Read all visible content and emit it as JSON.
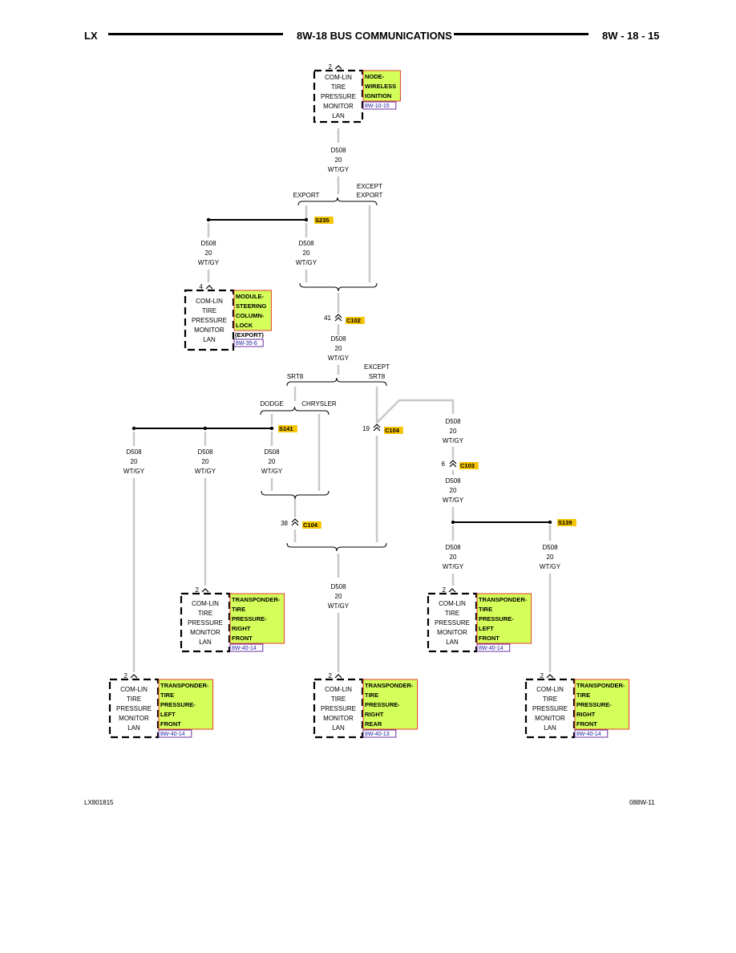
{
  "header": {
    "left": "LX",
    "center": "8W-18 BUS COMMUNICATIONS",
    "right": "8W - 18 - 15"
  },
  "footer": {
    "left": "LX801815",
    "right": "088W-11"
  },
  "colors": {
    "label_fill": "#d4ff5a",
    "label_border": "#e03c2c",
    "splice_fill": "#f5c400",
    "wire": "#c8c8c8",
    "ref_border": "#6b2fa0"
  },
  "wire": {
    "circuit": "D508",
    "gauge": "20",
    "color": "WT/GY"
  },
  "modules": [
    {
      "id": "top",
      "lines": [
        "COM-LIN",
        "TIRE",
        "PRESSURE",
        "MONITOR",
        "LAN"
      ],
      "label": [
        "NODE-",
        "WIRELESS",
        "IGNITION"
      ],
      "note": "",
      "ref": "8W-10-15",
      "pin": "2"
    },
    {
      "id": "steering",
      "lines": [
        "COM-LIN",
        "TIRE",
        "PRESSURE",
        "MONITOR",
        "LAN"
      ],
      "label": [
        "MODULE-",
        "STEERING",
        "COLUMN-",
        "LOCK"
      ],
      "note": "(EXPORT)",
      "ref": "8W-35-6",
      "pin": "4"
    },
    {
      "id": "rf-mid",
      "lines": [
        "COM-LIN",
        "TIRE",
        "PRESSURE",
        "MONITOR",
        "LAN"
      ],
      "label": [
        "TRANSPONDER-",
        "TIRE",
        "PRESSURE-",
        "RIGHT",
        "FRONT"
      ],
      "note": "",
      "ref": "8W-40-14",
      "pin": "2"
    },
    {
      "id": "lf-mid",
      "lines": [
        "COM-LIN",
        "TIRE",
        "PRESSURE",
        "MONITOR",
        "LAN"
      ],
      "label": [
        "TRANSPONDER-",
        "TIRE",
        "PRESSURE-",
        "LEFT",
        "FRONT"
      ],
      "note": "",
      "ref": "8W-40-14",
      "pin": "2"
    },
    {
      "id": "lf-bot",
      "lines": [
        "COM-LIN",
        "TIRE",
        "PRESSURE",
        "MONITOR",
        "LAN"
      ],
      "label": [
        "TRANSPONDER-",
        "TIRE",
        "PRESSURE-",
        "LEFT",
        "FRONT"
      ],
      "note": "",
      "ref": "8W-40-14",
      "pin": "2"
    },
    {
      "id": "rr-bot",
      "lines": [
        "COM-LIN",
        "TIRE",
        "PRESSURE",
        "MONITOR",
        "LAN"
      ],
      "label": [
        "TRANSPONDER-",
        "TIRE",
        "PRESSURE-",
        "RIGHT",
        "REAR"
      ],
      "note": "",
      "ref": "8W-40-13",
      "pin": "2"
    },
    {
      "id": "rf-bot",
      "lines": [
        "COM-LIN",
        "TIRE",
        "PRESSURE",
        "MONITOR",
        "LAN"
      ],
      "label": [
        "TRANSPONDER-",
        "TIRE",
        "PRESSURE-",
        "RIGHT",
        "FRONT"
      ],
      "note": "",
      "ref": "8W-40-14",
      "pin": "2"
    }
  ],
  "splices": {
    "s235": "S235",
    "s141": "S141",
    "s139": "S139"
  },
  "connectors": {
    "c102": {
      "name": "C102",
      "pin": "41"
    },
    "c104a": {
      "name": "C104",
      "pin": "19"
    },
    "c103": {
      "name": "C103",
      "pin": "6"
    },
    "c104b": {
      "name": "C104",
      "pin": "38"
    }
  },
  "options": {
    "export": "EXPORT",
    "except": "EXCEPT",
    "srt8": "SRT8",
    "dodge": "DODGE",
    "chrysler": "CHRYSLER"
  }
}
